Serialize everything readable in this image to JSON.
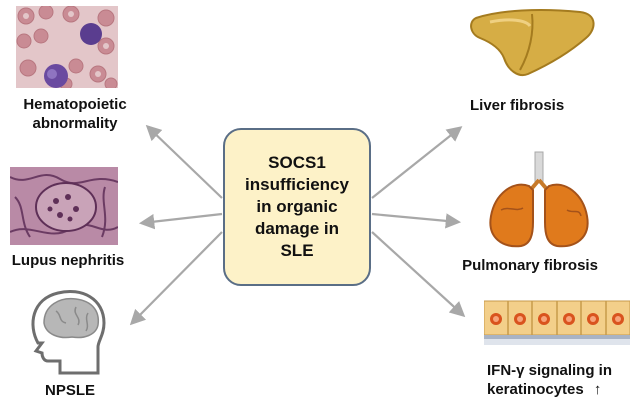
{
  "center": {
    "text": "SOCS1\ninsufficiency\nin organic\ndamage in\nSLE"
  },
  "items": {
    "hematopoietic": {
      "line1": "Hematopoietic",
      "line2": "abnormality"
    },
    "lupus": {
      "label": "Lupus nephritis"
    },
    "npsle": {
      "label": "NPSLE"
    },
    "liver": {
      "label": "Liver  fibrosis"
    },
    "pulmonary": {
      "label": "Pulmonary fibrosis"
    },
    "ifn": {
      "line1": "IFN-γ signaling in",
      "line2": "keratinocytes",
      "arrow": "↑"
    }
  },
  "colors": {
    "arrow": "#a8a8a8",
    "box_fill": "#fdf2c8",
    "box_border": "#5a6e86"
  }
}
